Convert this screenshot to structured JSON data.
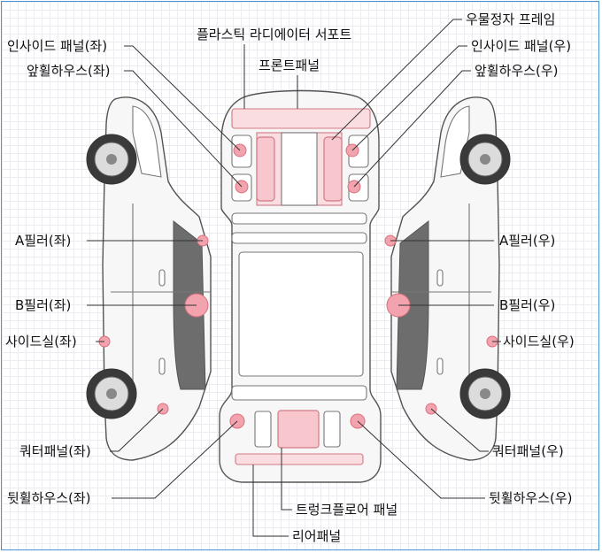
{
  "diagram": {
    "colors": {
      "highlight": "#f7c7cd",
      "marker": "#f2a3ad",
      "outline": "#555555",
      "frame": "#4a90d9"
    },
    "labels": {
      "radiator_support": "플라스틱 라디에이터 서포트",
      "wheel_frame": "우물정자 프레임",
      "front_panel": "프론트패널",
      "inside_panel_left": "인사이드 패널(좌)",
      "inside_panel_right": "인사이드 패널(우)",
      "front_wheelhouse_left": "앞휠하우스(좌)",
      "front_wheelhouse_right": "앞휠하우스(우)",
      "a_pillar_left": "A필러(좌)",
      "a_pillar_right": "A필러(우)",
      "b_pillar_left": "B필러(좌)",
      "b_pillar_right": "B필러(우)",
      "side_sill_left": "사이드실(좌)",
      "side_sill_right": "사이드실(우)",
      "quarter_panel_left": "쿼터패널(좌)",
      "quarter_panel_right": "쿼터패널(우)",
      "rear_wheelhouse_left": "뒷휠하우스(좌)",
      "rear_wheelhouse_right": "뒷휠하우스(우)",
      "trunk_floor_panel": "트렁크플로어 패널",
      "rear_panel": "리어패널"
    }
  }
}
